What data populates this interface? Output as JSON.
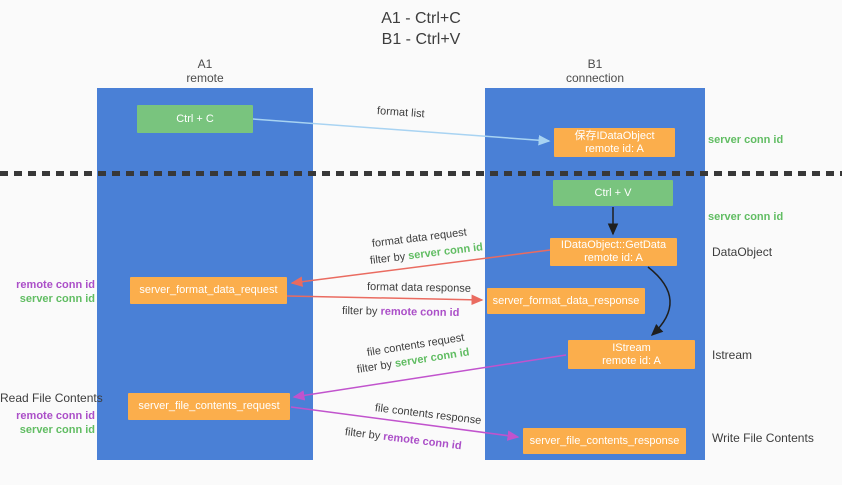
{
  "title": {
    "line1": "A1 - Ctrl+C",
    "line2": "B1 - Ctrl+V"
  },
  "lanes": {
    "left": {
      "name": "A1",
      "sub": "remote"
    },
    "right": {
      "name": "B1",
      "sub": "connection"
    }
  },
  "nodes": {
    "ctrl_c": "Ctrl + C",
    "ctrl_v": "Ctrl + V",
    "save_dataobject": {
      "line1": "保存IDataObject",
      "line2": "remote id: A"
    },
    "getdata": {
      "line1": "IDataObject::GetData",
      "line2": "remote id: A"
    },
    "istream": {
      "line1": "IStream",
      "line2": "remote id: A"
    },
    "format_request": "server_format_data_request",
    "format_response": "server_format_data_response",
    "file_request": "server_file_contents_request",
    "file_response": "server_file_contents_response"
  },
  "annotations": {
    "right": {
      "server_conn_id_top": "server conn id",
      "server_conn_id_mid": "server conn id",
      "dataobject": "DataObject",
      "istream": "Istream",
      "write_file": "Write File Contents"
    },
    "left": {
      "remote_conn_id_top": "remote conn id",
      "server_conn_id_top": "server conn id",
      "read_file": "Read File Contents",
      "remote_conn_id_bottom": "remote conn id",
      "server_conn_id_bottom": "server conn id"
    }
  },
  "arrow_labels": {
    "format_list": "format list",
    "format_data_request": "format data request",
    "format_data_response": "format data response",
    "file_contents_request": "file contents request",
    "file_contents_response": "file contents response",
    "filter_prefix": "filter by ",
    "filter_server_conn_id": "server conn id",
    "filter_remote_conn_id": "remote conn id"
  },
  "colors": {
    "background": "#fafafa",
    "lane_blue": "#4a80d6",
    "box_orange": "#fbae4c",
    "box_green": "#79c47e",
    "text_dark": "#3d3d3d",
    "green_accent": "#61bd63",
    "purple_accent": "#ab4fc8",
    "arrow_salmon": "#ea6b60",
    "arrow_magenta": "#c153cd",
    "arrow_lightblue": "#a8d3f2",
    "arrow_black": "#1f1f1f",
    "dash_line": "#383838"
  }
}
